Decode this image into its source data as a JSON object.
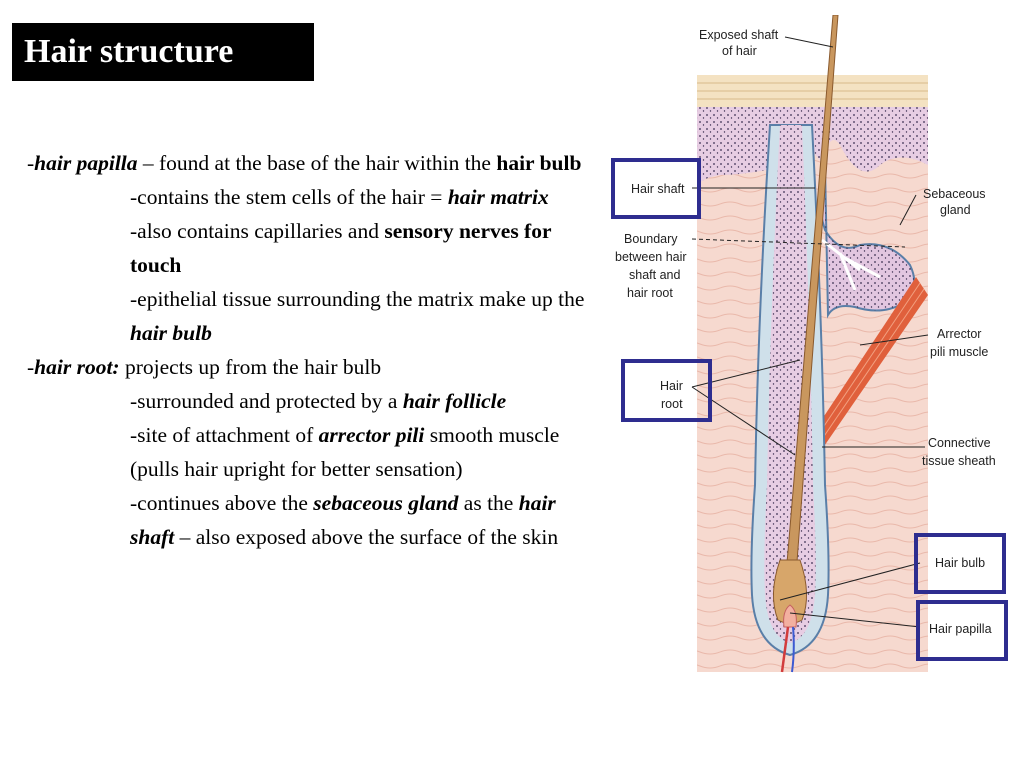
{
  "slide": {
    "title": "Hair structure",
    "paragraphs": [
      {
        "indent": false,
        "parts": [
          {
            "t": "-",
            "s": "n"
          },
          {
            "t": "hair papilla",
            "s": "bi"
          },
          {
            "t": " – found at the base of  the hair within the ",
            "s": "n"
          },
          {
            "t": "hair bulb",
            "s": "b"
          }
        ]
      },
      {
        "indent": true,
        "parts": [
          {
            "t": "-contains the stem cells of  the hair = ",
            "s": "n"
          },
          {
            "t": "hair matrix",
            "s": "bi"
          }
        ]
      },
      {
        "indent": true,
        "parts": [
          {
            "t": "-also contains capillaries and ",
            "s": "n"
          },
          {
            "t": "sensory nerves for touch",
            "s": "b"
          }
        ]
      },
      {
        "indent": true,
        "parts": [
          {
            "t": "-epithelial tissue surrounding the matrix make up the ",
            "s": "n"
          },
          {
            "t": "hair bulb",
            "s": "bi"
          }
        ]
      },
      {
        "indent": false,
        "parts": [
          {
            "t": "-",
            "s": "n"
          },
          {
            "t": "hair root:",
            "s": "bi"
          },
          {
            "t": " projects up from the hair bulb",
            "s": "n"
          }
        ]
      },
      {
        "indent": true,
        "parts": [
          {
            "t": "-surrounded and protected by a ",
            "s": "n"
          },
          {
            "t": "hair follicle",
            "s": "bi"
          }
        ]
      },
      {
        "indent": true,
        "parts": [
          {
            "t": "-site of  attachment of  ",
            "s": "n"
          },
          {
            "t": "arrector pili",
            "s": "bi"
          },
          {
            "t": " smooth muscle (pulls hair upright for better sensation)",
            "s": "n"
          }
        ]
      },
      {
        "indent": true,
        "parts": [
          {
            "t": "-continues above the ",
            "s": "n"
          },
          {
            "t": "sebaceous gland",
            "s": "bi"
          },
          {
            "t": " as the ",
            "s": "n"
          },
          {
            "t": "hair shaft",
            "s": "bi"
          },
          {
            "t": " – also exposed above  the surface of  the skin",
            "s": "n"
          }
        ]
      }
    ]
  },
  "diagram": {
    "labels": {
      "exposed_shaft_1": "Exposed shaft",
      "exposed_shaft_2": "of hair",
      "hair_shaft": "Hair shaft",
      "sebaceous_1": "Sebaceous",
      "sebaceous_2": "gland",
      "boundary_1": "Boundary",
      "boundary_2": "between hair",
      "boundary_3": "shaft and",
      "boundary_4": "hair root",
      "arrector_1": "Arrector",
      "arrector_2": "pili muscle",
      "hair_root_1": "Hair",
      "hair_root_2": "root",
      "connective_1": "Connective",
      "connective_2": "tissue sheath",
      "hair_bulb": "Hair bulb",
      "hair_papilla": "Hair papilla"
    },
    "colors": {
      "highlight_box": "#2e2d8f",
      "skin_background": "#f6d9cf",
      "epidermis": "#e7cde3",
      "hair": "#c9975e",
      "muscle": "#e0603c"
    }
  }
}
